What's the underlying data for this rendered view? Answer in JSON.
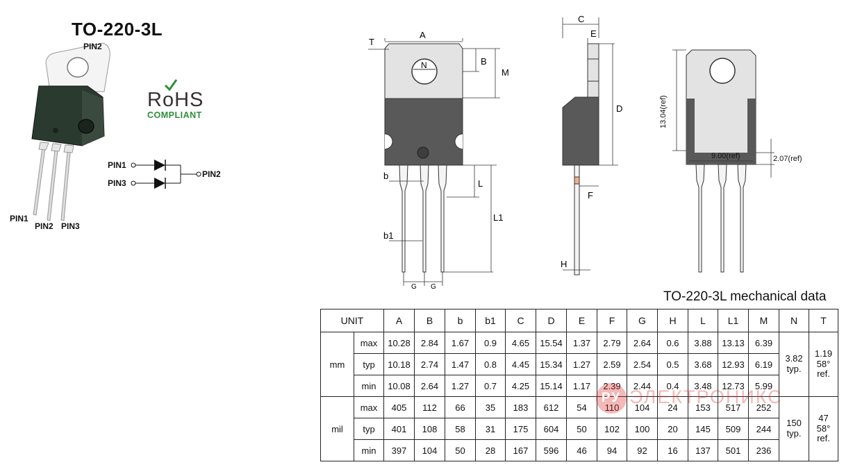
{
  "package_title": "TO-220-3L",
  "rohs": {
    "mark": "RoHS",
    "compliant": "COMPLIANT"
  },
  "pin_labels": {
    "top": "PIN2",
    "bottom": [
      "PIN1",
      "PIN2",
      "PIN3"
    ]
  },
  "schematic": {
    "pin1": "PIN1",
    "pin3": "PIN3",
    "pin2": "PIN2"
  },
  "dimension_labels": {
    "front": [
      "T",
      "A",
      "B",
      "N",
      "M",
      "b",
      "L",
      "L1",
      "b1",
      "G",
      "G"
    ],
    "side": [
      "C",
      "E",
      "D",
      "F",
      "H"
    ],
    "back": [
      "13.04(ref)",
      "9.00(ref)",
      "2.07(ref)"
    ]
  },
  "table_title": "TO-220-3L mechanical data",
  "table": {
    "unit_header": "UNIT",
    "columns": [
      "A",
      "B",
      "b",
      "b1",
      "C",
      "D",
      "E",
      "F",
      "G",
      "H",
      "L",
      "L1",
      "M",
      "N",
      "T"
    ],
    "groups": [
      {
        "unit": "mm",
        "rows": [
          {
            "kind": "max",
            "values": [
              "10.28",
              "2.84",
              "1.67",
              "0.9",
              "4.65",
              "15.54",
              "1.37",
              "2.79",
              "2.64",
              "0.6",
              "3.88",
              "13.13",
              "6.39"
            ]
          },
          {
            "kind": "typ",
            "values": [
              "10.18",
              "2.74",
              "1.47",
              "0.8",
              "4.45",
              "15.34",
              "1.27",
              "2.59",
              "2.54",
              "0.5",
              "3.68",
              "12.93",
              "6.19"
            ]
          },
          {
            "kind": "min",
            "values": [
              "10.08",
              "2.64",
              "1.27",
              "0.7",
              "4.25",
              "15.14",
              "1.17",
              "2.39",
              "2.44",
              "0.4",
              "3.48",
              "12.73",
              "5.99"
            ]
          }
        ],
        "n": [
          "3.82",
          "typ."
        ],
        "t": [
          "1.19",
          "58°",
          "ref."
        ]
      },
      {
        "unit": "mil",
        "rows": [
          {
            "kind": "max",
            "values": [
              "405",
              "112",
              "66",
              "35",
              "183",
              "612",
              "54",
              "110",
              "104",
              "24",
              "153",
              "517",
              "252"
            ]
          },
          {
            "kind": "typ",
            "values": [
              "401",
              "108",
              "58",
              "31",
              "175",
              "604",
              "50",
              "102",
              "100",
              "20",
              "145",
              "509",
              "244"
            ]
          },
          {
            "kind": "min",
            "values": [
              "397",
              "104",
              "50",
              "28",
              "167",
              "596",
              "46",
              "94",
              "92",
              "16",
              "137",
              "501",
              "236"
            ]
          }
        ],
        "n": [
          "150",
          "typ."
        ],
        "t": [
          "47",
          "58°",
          "ref."
        ]
      }
    ]
  },
  "watermark": {
    "logo": "РУ",
    "text": "ЭЛЕКТРОНИКС"
  }
}
